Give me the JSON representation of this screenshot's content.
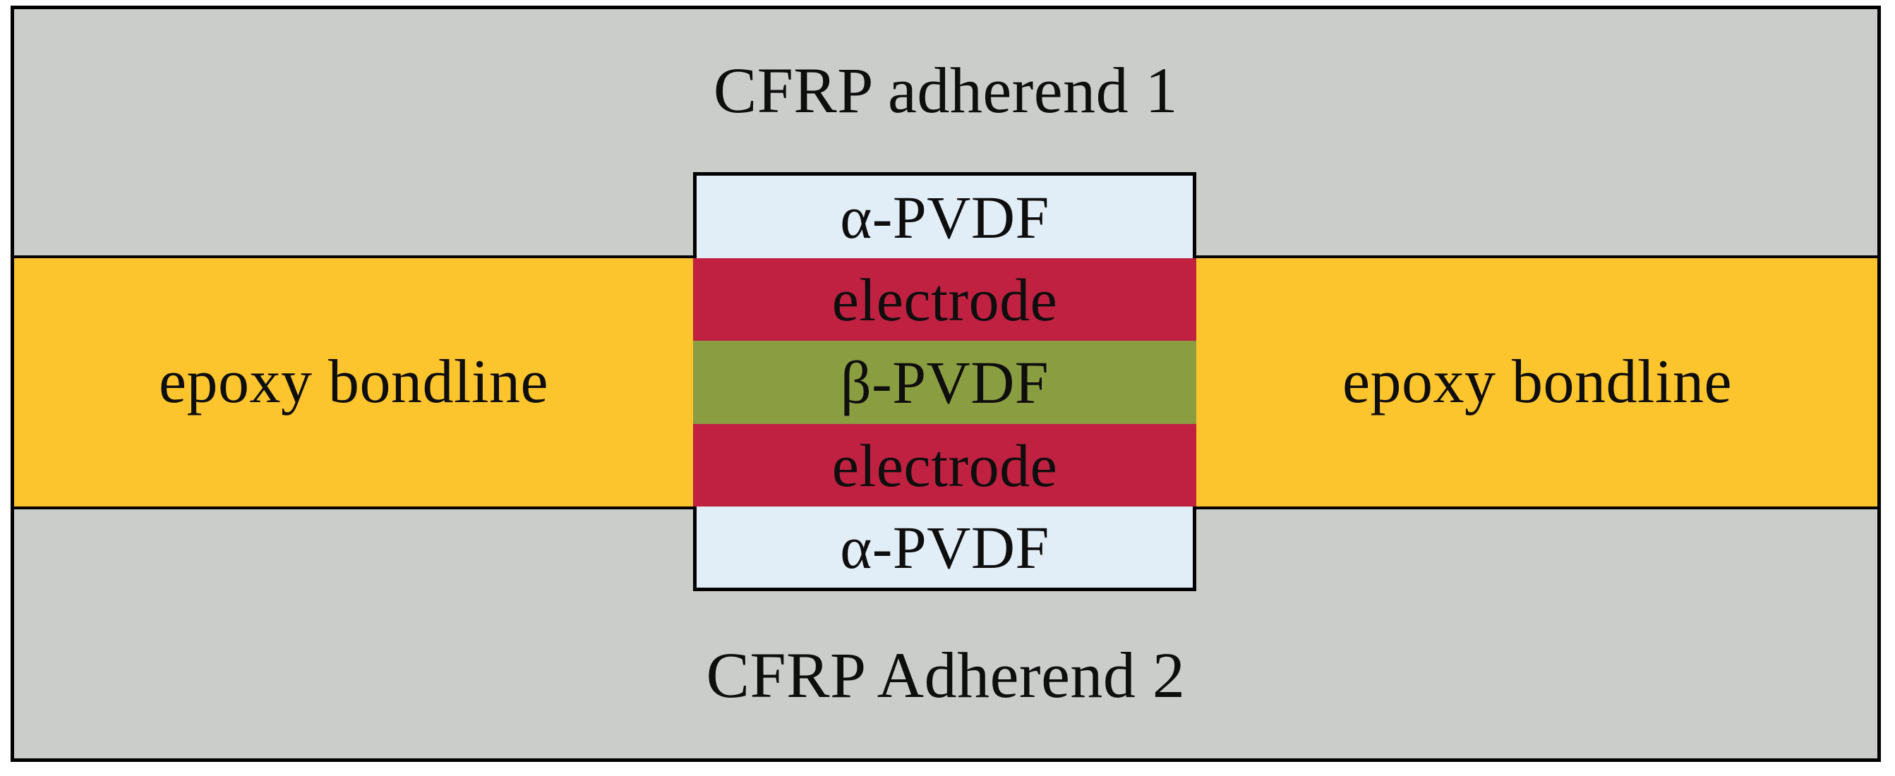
{
  "diagram": {
    "adherend_top_label": "CFRP adherend 1",
    "adherend_bottom_label": "CFRP Adherend 2",
    "bondline_left_label": "epoxy bondline",
    "bondline_right_label": "epoxy bondline",
    "layers": [
      {
        "name": "alpha-pvdf-top",
        "label": "α-PVDF"
      },
      {
        "name": "electrode-top",
        "label": "electrode"
      },
      {
        "name": "beta-pvdf",
        "label": "β-PVDF"
      },
      {
        "name": "electrode-bottom",
        "label": "electrode"
      },
      {
        "name": "alpha-pvdf-bottom",
        "label": "α-PVDF"
      }
    ],
    "colors": {
      "adherend": "#cbcdcb",
      "bondline": "#fdc52d",
      "electrode": "#c02140",
      "beta_pvdf": "#8b9d41",
      "alpha_pvdf": "#e2eef7",
      "outline": "#000000",
      "text": "#0e0e0e",
      "background": "#ffffff"
    }
  }
}
